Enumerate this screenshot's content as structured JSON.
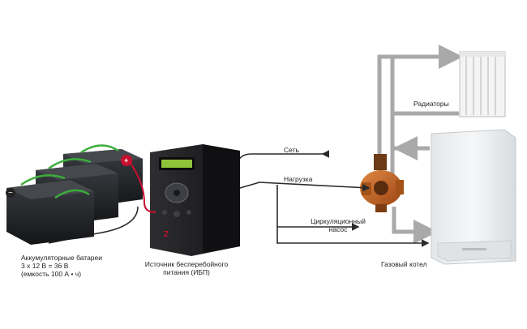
{
  "labels": {
    "network": "Сеть",
    "load": "Нагрузка",
    "radiators": "Радиаторы",
    "pump_line1": "Циркуляционный",
    "pump_line2": "насос",
    "boiler": "Газовый котел",
    "ups_line1": "Источник бесперебойного",
    "ups_line2": "питания (ИБП)",
    "batteries_line1": "Аккумуляторные батареи",
    "batteries_line2": "3 х 12 В = 36 В",
    "batteries_line3": "(емкость 100 А • ч)"
  },
  "ups_brand": "Z",
  "colors": {
    "pipe": "#a9a9a9",
    "wire": "#2b2b2b",
    "red_wire": "#c8102e",
    "green_strap": "#3cae3c",
    "battery": "#1f2124",
    "ups_body": "#232325",
    "lcd": "#8fc43a",
    "pump": "#c2611f",
    "boiler": "#eef0f2"
  }
}
